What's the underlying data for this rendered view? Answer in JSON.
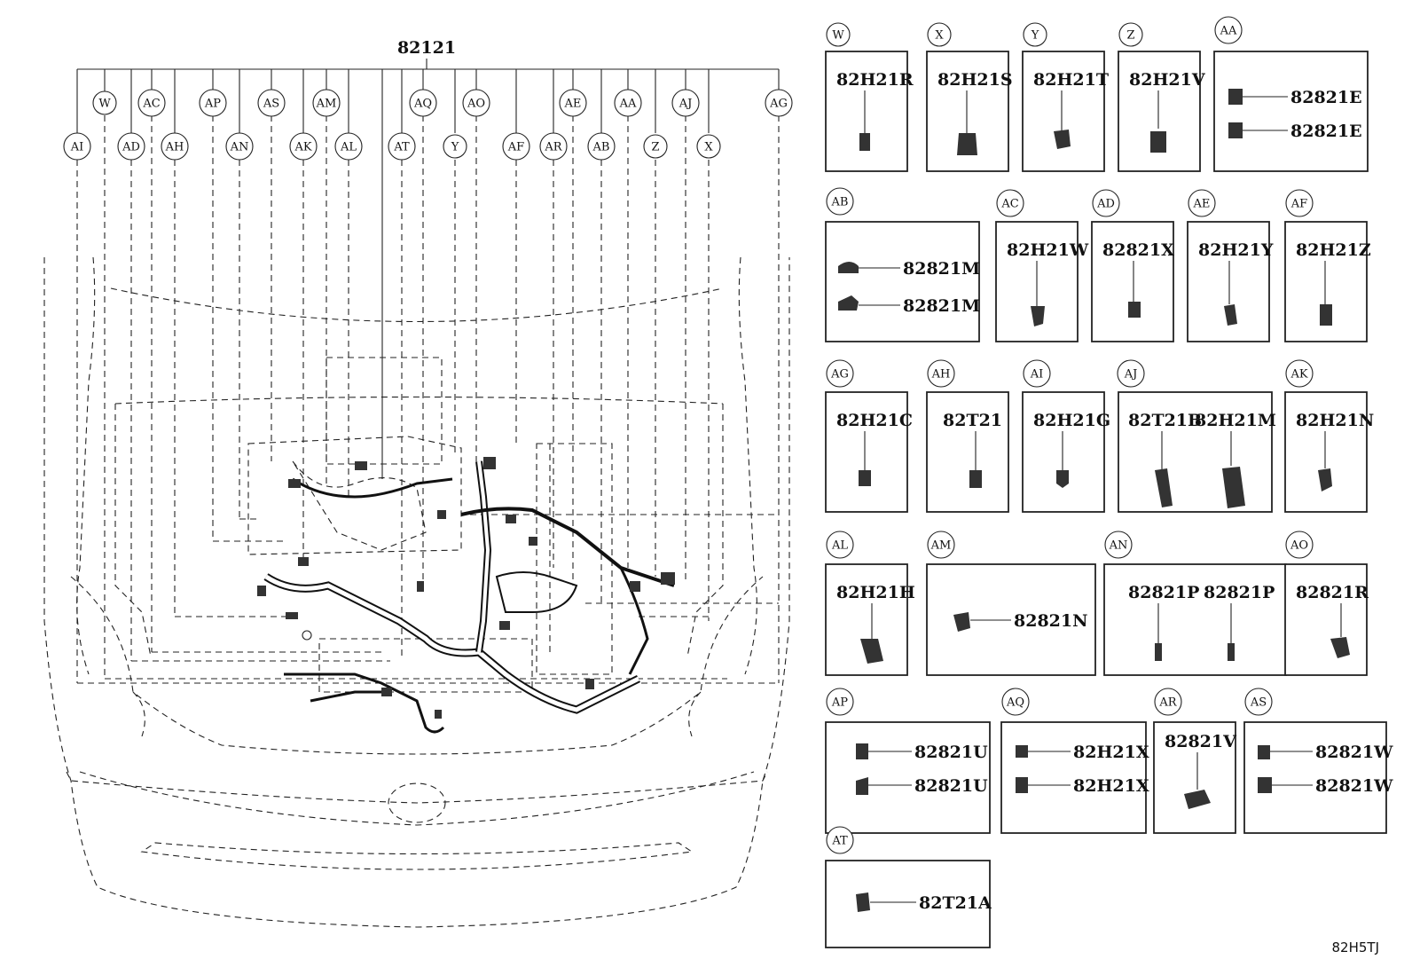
{
  "main_part": "82121",
  "callouts_row1": [
    "W",
    "AC",
    "AP",
    "AS",
    "AM",
    "AQ",
    "AO",
    "AE",
    "AA",
    "AJ",
    "AG"
  ],
  "callouts_row2": [
    "AI",
    "AD",
    "AH",
    "AN",
    "AK",
    "AL",
    "AT",
    "Y",
    "AF",
    "AR",
    "AB",
    "Z",
    "X"
  ],
  "detail_boxes": [
    {
      "id": "W",
      "parts": [
        "82H21R"
      ]
    },
    {
      "id": "X",
      "parts": [
        "82H21S"
      ]
    },
    {
      "id": "Y",
      "parts": [
        "82H21T"
      ]
    },
    {
      "id": "Z",
      "parts": [
        "82H21V"
      ]
    },
    {
      "id": "AA",
      "parts": [
        "82821E",
        "82821E"
      ]
    },
    {
      "id": "AB",
      "parts": [
        "82821M",
        "82821M"
      ]
    },
    {
      "id": "AC",
      "parts": [
        "82H21W"
      ]
    },
    {
      "id": "AD",
      "parts": [
        "82821X"
      ]
    },
    {
      "id": "AE",
      "parts": [
        "82H21Y"
      ]
    },
    {
      "id": "AF",
      "parts": [
        "82H21Z"
      ]
    },
    {
      "id": "AG",
      "parts": [
        "82H21C"
      ]
    },
    {
      "id": "AH",
      "parts": [
        "82T21"
      ]
    },
    {
      "id": "AI",
      "parts": [
        "82H21G"
      ]
    },
    {
      "id": "AJ",
      "parts": [
        "82T21B",
        "82H21M"
      ]
    },
    {
      "id": "AK",
      "parts": [
        "82H21N"
      ]
    },
    {
      "id": "AL",
      "parts": [
        "82H21H"
      ]
    },
    {
      "id": "AM",
      "parts": [
        "82821N"
      ]
    },
    {
      "id": "AN",
      "parts": [
        "82821P",
        "82821P"
      ]
    },
    {
      "id": "AO",
      "parts": [
        "82821R"
      ]
    },
    {
      "id": "AP",
      "parts": [
        "82821U",
        "82821U"
      ]
    },
    {
      "id": "AQ",
      "parts": [
        "82H21X",
        "82H21X"
      ]
    },
    {
      "id": "AR",
      "parts": [
        "82821V"
      ]
    },
    {
      "id": "AS",
      "parts": [
        "82821W",
        "82821W"
      ]
    },
    {
      "id": "AT",
      "parts": [
        "82T21A"
      ]
    }
  ],
  "reference_code": "82H5TJ"
}
